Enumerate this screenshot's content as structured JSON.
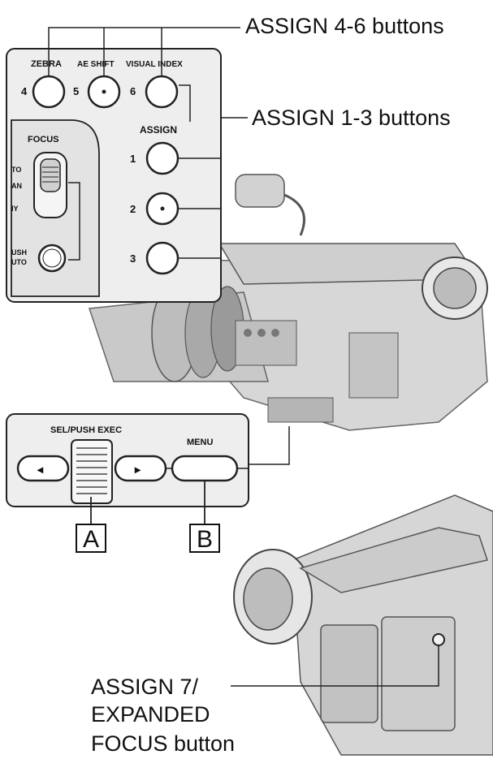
{
  "callouts": {
    "assign_4_6": "ASSIGN 4-6 buttons",
    "assign_1_3": "ASSIGN 1-3 buttons",
    "assign_7_line1": "ASSIGN 7/",
    "assign_7_line2": "EXPANDED",
    "assign_7_line3": "FOCUS button"
  },
  "top_panel": {
    "labels": {
      "zebra": "ZEBRA",
      "ae_shift": "AE SHIFT",
      "visual_index": "VISUAL INDEX",
      "assign": "ASSIGN",
      "focus": "FOCUS",
      "auto": "TO",
      "man": "AN",
      "inf": "IY",
      "push": "USH",
      "auto2": "UTO"
    },
    "buttons_top": [
      "4",
      "5",
      "6"
    ],
    "buttons_side": [
      "1",
      "2",
      "3"
    ]
  },
  "bottom_panel": {
    "sel_push_exec": "SEL/PUSH EXEC",
    "menu": "MENU",
    "left_arrow": "◂",
    "right_arrow": "▸"
  },
  "markers": {
    "a": "A",
    "b": "B"
  }
}
